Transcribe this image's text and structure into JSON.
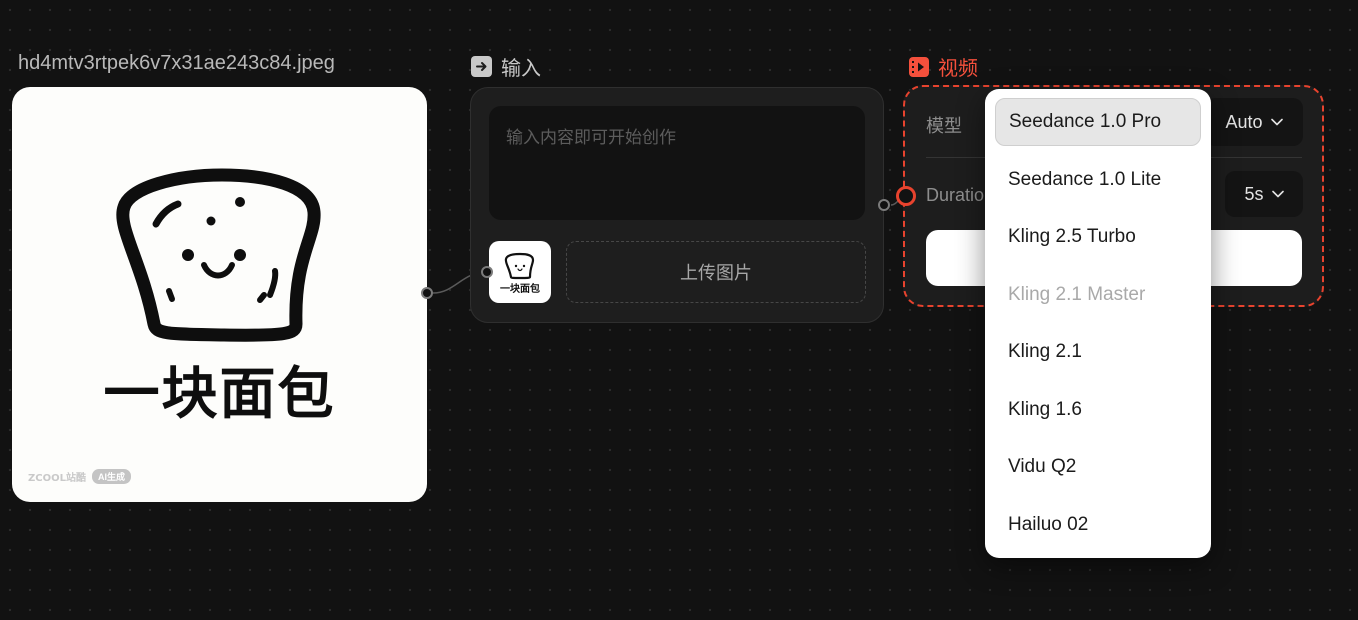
{
  "image_node": {
    "filename": "hd4mtv3rtpek6v7x31ae243c84.jpeg",
    "artwork_text": "一块面包",
    "watermark_brand": "ZCOOL站酷",
    "watermark_badge": "AI生成"
  },
  "input_node": {
    "title": "输入",
    "placeholder": "输入内容即可开始创作",
    "thumbnail_text": "一块面包",
    "upload_label": "上传图片"
  },
  "video_node": {
    "title": "视频",
    "model_label": "模型",
    "aspect_value": "Auto",
    "duration_label": "Duration",
    "duration_value": "5s",
    "accent_color": "#e8432e"
  },
  "model_dropdown": {
    "options": [
      {
        "label": "Seedance 1.0 Pro",
        "state": "selected"
      },
      {
        "label": "Seedance 1.0 Lite",
        "state": "normal"
      },
      {
        "label": "Kling 2.5 Turbo",
        "state": "normal"
      },
      {
        "label": "Kling 2.1 Master",
        "state": "disabled"
      },
      {
        "label": "Kling 2.1",
        "state": "normal"
      },
      {
        "label": "Kling 1.6",
        "state": "normal"
      },
      {
        "label": "Vidu Q2",
        "state": "normal"
      },
      {
        "label": "Hailuo 02",
        "state": "normal"
      }
    ]
  }
}
